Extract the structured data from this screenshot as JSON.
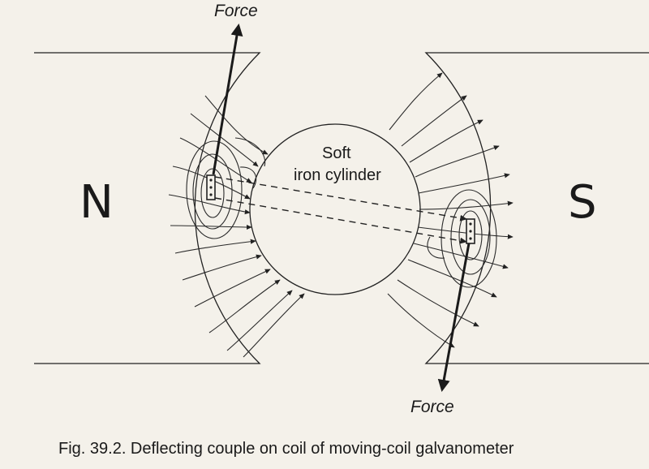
{
  "labels": {
    "force_top": "Force",
    "force_bottom": "Force",
    "north_pole": "N",
    "south_pole": "S",
    "cylinder_line1": "Soft",
    "cylinder_line2": "iron cylinder"
  },
  "caption": "Fig. 39.2. Deflecting couple on coil of moving-coil galvanometer"
}
